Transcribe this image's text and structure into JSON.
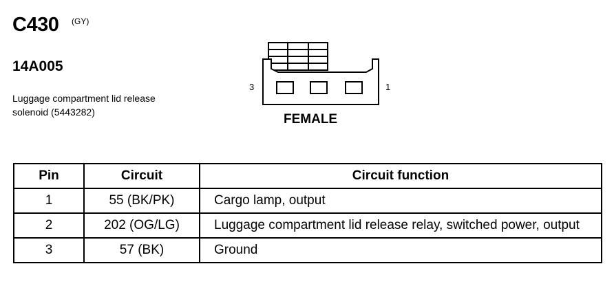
{
  "connector": {
    "id": "C430",
    "color_code": "(GY)",
    "part_number": "14A005",
    "description": "Luggage compartment lid release solenoid (5443282)"
  },
  "diagram": {
    "pin_left_label": "3",
    "pin_right_label": "1",
    "gender": "FEMALE"
  },
  "table": {
    "headers": {
      "pin": "Pin",
      "circuit": "Circuit",
      "function": "Circuit function"
    },
    "rows": [
      {
        "pin": "1",
        "circuit": "55 (BK/PK)",
        "function": "Cargo lamp, output"
      },
      {
        "pin": "2",
        "circuit": "202 (OG/LG)",
        "function": "Luggage compartment lid release relay, switched power, output"
      },
      {
        "pin": "3",
        "circuit": "57 (BK)",
        "function": "Ground"
      }
    ]
  }
}
